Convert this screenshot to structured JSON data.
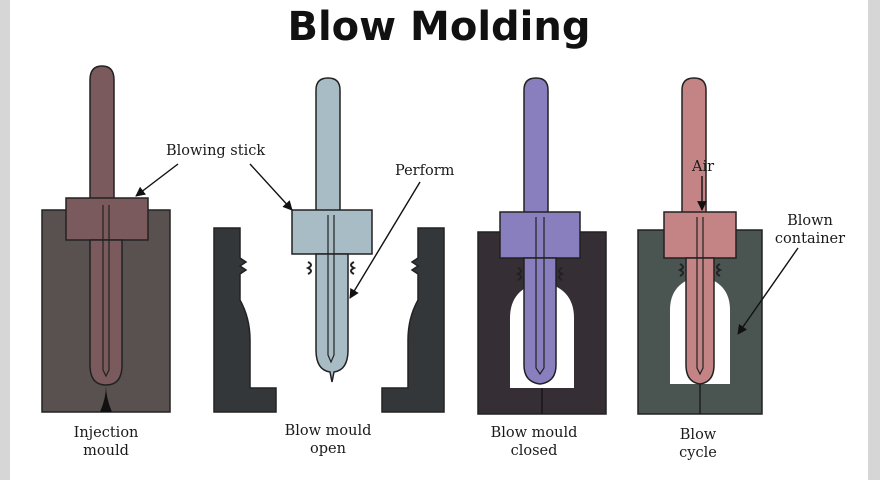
{
  "title": "Blow Molding",
  "callouts": {
    "blowing_stick": "Blowing stick",
    "perform": "Perform",
    "air": "Air",
    "blown_container_1": "Blown",
    "blown_container_2": "container"
  },
  "stages": [
    {
      "line1": "Injection",
      "line2": "mould"
    },
    {
      "line1": "Blow mould",
      "line2": "open"
    },
    {
      "line1": "Blow mould",
      "line2": "closed"
    },
    {
      "line1": "Blow",
      "line2": "cycle"
    }
  ],
  "colors": {
    "stick_brown": "#7a5a5c",
    "stick_blue": "#a8bcc6",
    "stick_purple": "#8a7fbe",
    "stick_pink": "#c48486",
    "mould_dark": "#595050",
    "mould_charcoal": "#33373a",
    "mould_dark2": "#352f35",
    "mould_green": "#4a5552"
  }
}
